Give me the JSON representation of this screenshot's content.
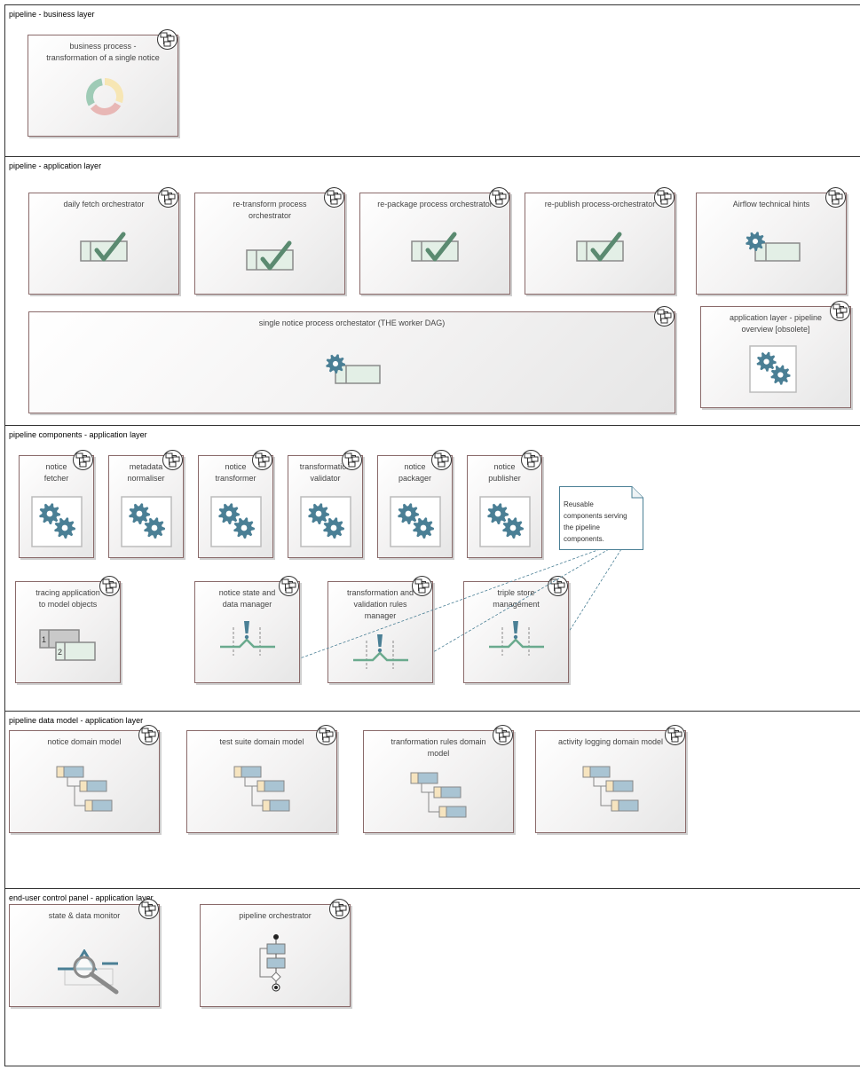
{
  "lanes": {
    "business": "pipeline - business layer",
    "application": "pipeline - application layer",
    "components": "pipeline components - application layer",
    "data_model": "pipeline data model - application layer",
    "control_panel": "end-user control panel - application layer"
  },
  "elements": {
    "business_process": [
      "business process -",
      "transformation of a single notice"
    ],
    "daily_fetch": [
      "daily fetch orchestrator"
    ],
    "re_transform": [
      "re-transform process",
      "orchestrator"
    ],
    "re_package": [
      "re-package process orchestrator"
    ],
    "re_publish": [
      "re-publish process-orchestrator"
    ],
    "airflow_hints": [
      "Airflow technical hints"
    ],
    "single_notice": [
      "single notice process orchestator (THE worker DAG)"
    ],
    "app_overview": [
      "application layer -  pipeline",
      "overview [obsolete]"
    ],
    "notice_fetcher": [
      "notice",
      "fetcher"
    ],
    "metadata_normaliser": [
      "metadata",
      "normaliser"
    ],
    "notice_transformer": [
      "notice",
      "transformer"
    ],
    "transformation_validator": [
      "transformation",
      "validator"
    ],
    "notice_packager": [
      "notice",
      "packager"
    ],
    "notice_publisher": [
      "notice",
      "publisher"
    ],
    "tracing_app": [
      "tracing application",
      "to model objects"
    ],
    "state_data_manager": [
      "notice state and",
      "data manager"
    ],
    "rules_manager": [
      "transformation and",
      "validation rules",
      "manager"
    ],
    "triple_store": [
      "triple store",
      "management"
    ],
    "notice_domain": [
      "notice domain model"
    ],
    "test_suite_domain": [
      "test suite domain model"
    ],
    "tranformation_rules_domain": [
      "tranformation rules domain",
      "model"
    ],
    "activity_logging_domain": [
      "activity logging domain model"
    ],
    "state_monitor": [
      "state & data monitor"
    ],
    "pipeline_orchestrator": [
      "pipeline orchestrator"
    ]
  },
  "note": [
    "Reusable",
    "components serving",
    "the pipeline",
    "components."
  ],
  "icon_names": {
    "badge": "diagram-link-icon",
    "donut": "business-process-donut-icon",
    "check": "check-box-icon",
    "gear": "gear-component-icon",
    "gears": "gears-component-icon",
    "event": "exclamation-event-icon",
    "numbered": "numbered-boxes-icon",
    "tree": "class-tree-icon",
    "monitor": "magnifier-monitor-icon",
    "activity": "activity-flow-icon"
  },
  "colors": {
    "accent_teal": "#4a7f95",
    "check_green": "#5a8a70",
    "box_fill": "#e3efe6",
    "tree_yellow": "#f6e4bf",
    "tree_blue": "#a9c4d3"
  }
}
